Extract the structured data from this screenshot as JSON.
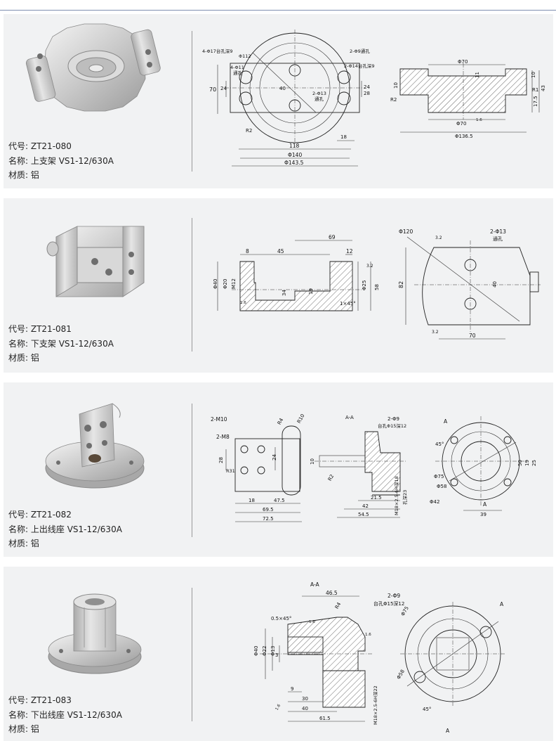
{
  "labels": {
    "code": "代号:",
    "name": "名称:",
    "material": "材质:"
  },
  "products": [
    {
      "code": "ZT21-080",
      "name": "上支架 VS1-12/630A",
      "material": "铝",
      "dims": {
        "a": "4-Φ17台孔深9",
        "b": "Φ112",
        "c": "2-Φ9通孔",
        "d": "4-Φ11",
        "e": "通孔",
        "f": "2-Φ14台孔深9",
        "g": "70",
        "h": "24",
        "i": "40",
        "j": "2-Φ13",
        "k": "通孔",
        "l": "24",
        "m": "28",
        "n": "R2",
        "o": "18",
        "p": "118",
        "q": "Φ140",
        "r": "Φ143.5",
        "s": "Φ70",
        "t": "10",
        "u": "11",
        "v": "10",
        "w": "R1",
        "x": "43",
        "y": "R2",
        "z": "17.5",
        "aa": "Φ70",
        "ab": "1.6",
        "ac": "Φ136.5"
      }
    },
    {
      "code": "ZT21-081",
      "name": "下支架 VS1-12/630A",
      "material": "铝",
      "dims": {
        "a": "69",
        "b": "8",
        "c": "45",
        "d": "12",
        "e": "3.2",
        "f": "Φ40",
        "g": "Φ20",
        "h": "M12",
        "i": "1.6",
        "j": "34",
        "k": "19",
        "l": "Φ25",
        "m": "58",
        "n": "1×45°",
        "o": "Φ120",
        "p": "3.2",
        "q": "2-Φ13",
        "r": "通孔",
        "s": "82",
        "t": "40",
        "u": "3.2",
        "v": "70"
      }
    },
    {
      "code": "ZT21-082",
      "name": "上出线座 VS1-12/630A",
      "material": "铝",
      "dims": {
        "a": "2-M10",
        "b": "R4",
        "c": "R10",
        "d": "2-M8",
        "e": "28",
        "f": "R31",
        "g": "24",
        "h": "18",
        "i": "47.5",
        "j": "69.5",
        "k": "72.5",
        "l": "A-A",
        "m": "2-Φ9",
        "n": "台孔Φ15深12",
        "o": "10",
        "p": "R2",
        "q": "M18×2.5-6H深18",
        "r": "孔深23",
        "s": "21.5",
        "t": "42",
        "u": "54.5",
        "v": "A",
        "w": "45°",
        "x": "Φ75",
        "y": "Φ58",
        "z": "Φ42",
        "aa": "50",
        "ab": "19",
        "ac": "25",
        "ad": "A",
        "ae": "39"
      }
    },
    {
      "code": "ZT21-083",
      "name": "下出线座 VS1-12/630A",
      "material": "铝",
      "dims": {
        "a": "A-A",
        "b": "46.5",
        "c": "2-Φ9",
        "d": "台孔Φ15深12",
        "e": "R4",
        "f": "0.5×45°",
        "g": "1.6",
        "h": "1.6",
        "i": "Φ40",
        "j": "Φ22",
        "k": "Φ13",
        "l": "3",
        "m": "9",
        "n": "30",
        "o": "40",
        "p": "61.5",
        "q": "1.6",
        "r": "M18×2.5-6H深22",
        "s": "Φ75",
        "t": "A",
        "u": "Φ58",
        "v": "45°",
        "w": "A"
      }
    }
  ]
}
